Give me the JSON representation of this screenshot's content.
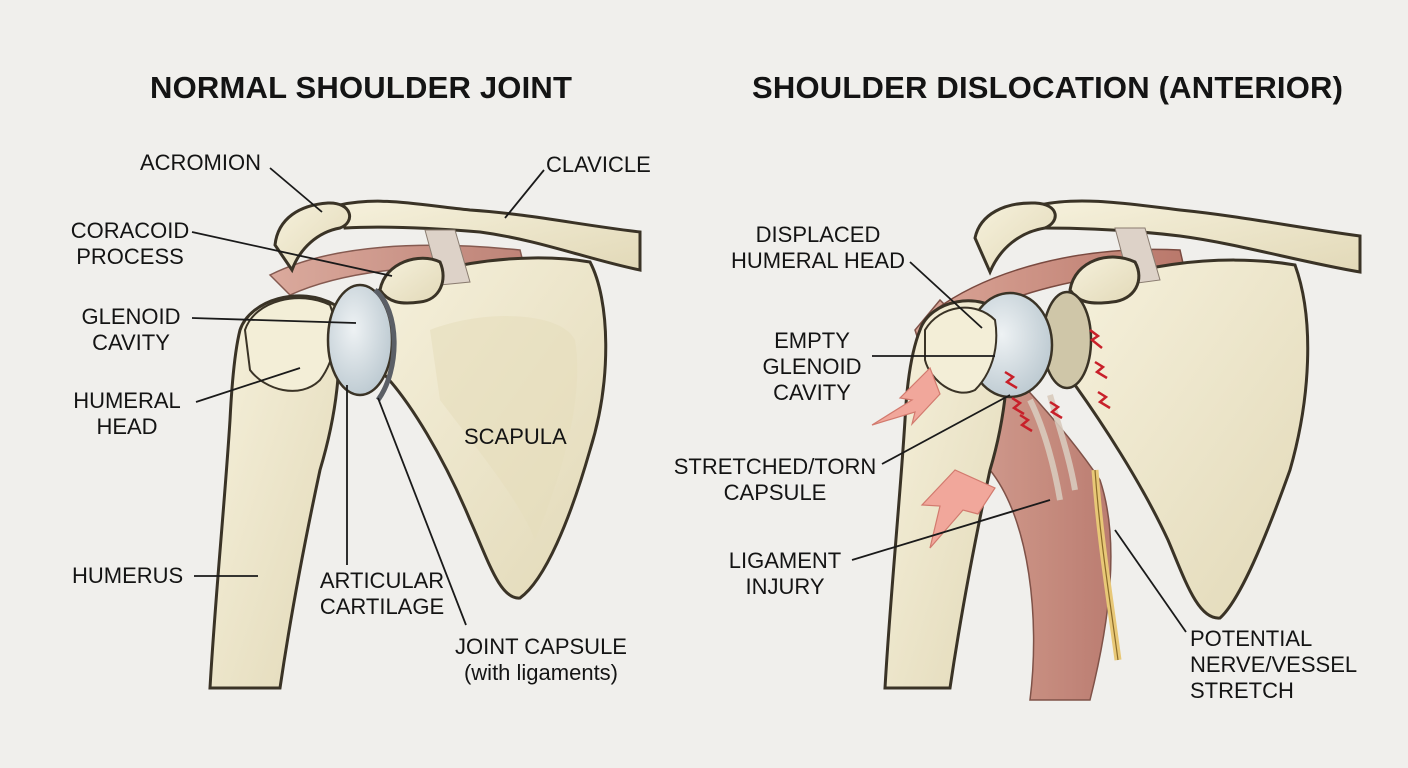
{
  "panels": [
    {
      "title": "NORMAL SHOULDER JOINT",
      "labels": {
        "acromion": [
          "ACROMION"
        ],
        "coracoid": [
          "CORACOID",
          "PROCESS"
        ],
        "glenoid": [
          "GLENOID",
          "CAVITY"
        ],
        "humeral_head": [
          "HUMERAL",
          "HEAD"
        ],
        "humerus": [
          "HUMERUS"
        ],
        "clavicle": [
          "CLAVICLE"
        ],
        "scapula": [
          "SCAPULA"
        ],
        "cartilage": [
          "ARTICULAR",
          "CARTILAGE"
        ],
        "capsule": [
          "JOINT CAPSULE",
          "(with ligaments)"
        ]
      }
    },
    {
      "title": "SHOULDER DISLOCATION (ANTERIOR)",
      "labels": {
        "displaced_head": [
          "DISPLACED",
          "HUMERAL HEAD"
        ],
        "empty_glenoid": [
          "EMPTY",
          "GLENOID",
          "CAVITY"
        ],
        "torn_capsule": [
          "STRETCHED/TORN",
          "CAPSULE"
        ],
        "ligament_injury": [
          "LIGAMENT",
          "INJURY"
        ],
        "nerve_vessel": [
          "POTENTIAL",
          "NERVE/VESSEL",
          "STRETCH"
        ]
      }
    }
  ],
  "colors": {
    "background": "#f0efec",
    "bone": "#ece5cb",
    "bone_outline": "#3a3326",
    "muscle": "#c98e82",
    "cartilage": "#c9d4da",
    "injury": "#c8202a",
    "arrow": "#f1a79b"
  }
}
